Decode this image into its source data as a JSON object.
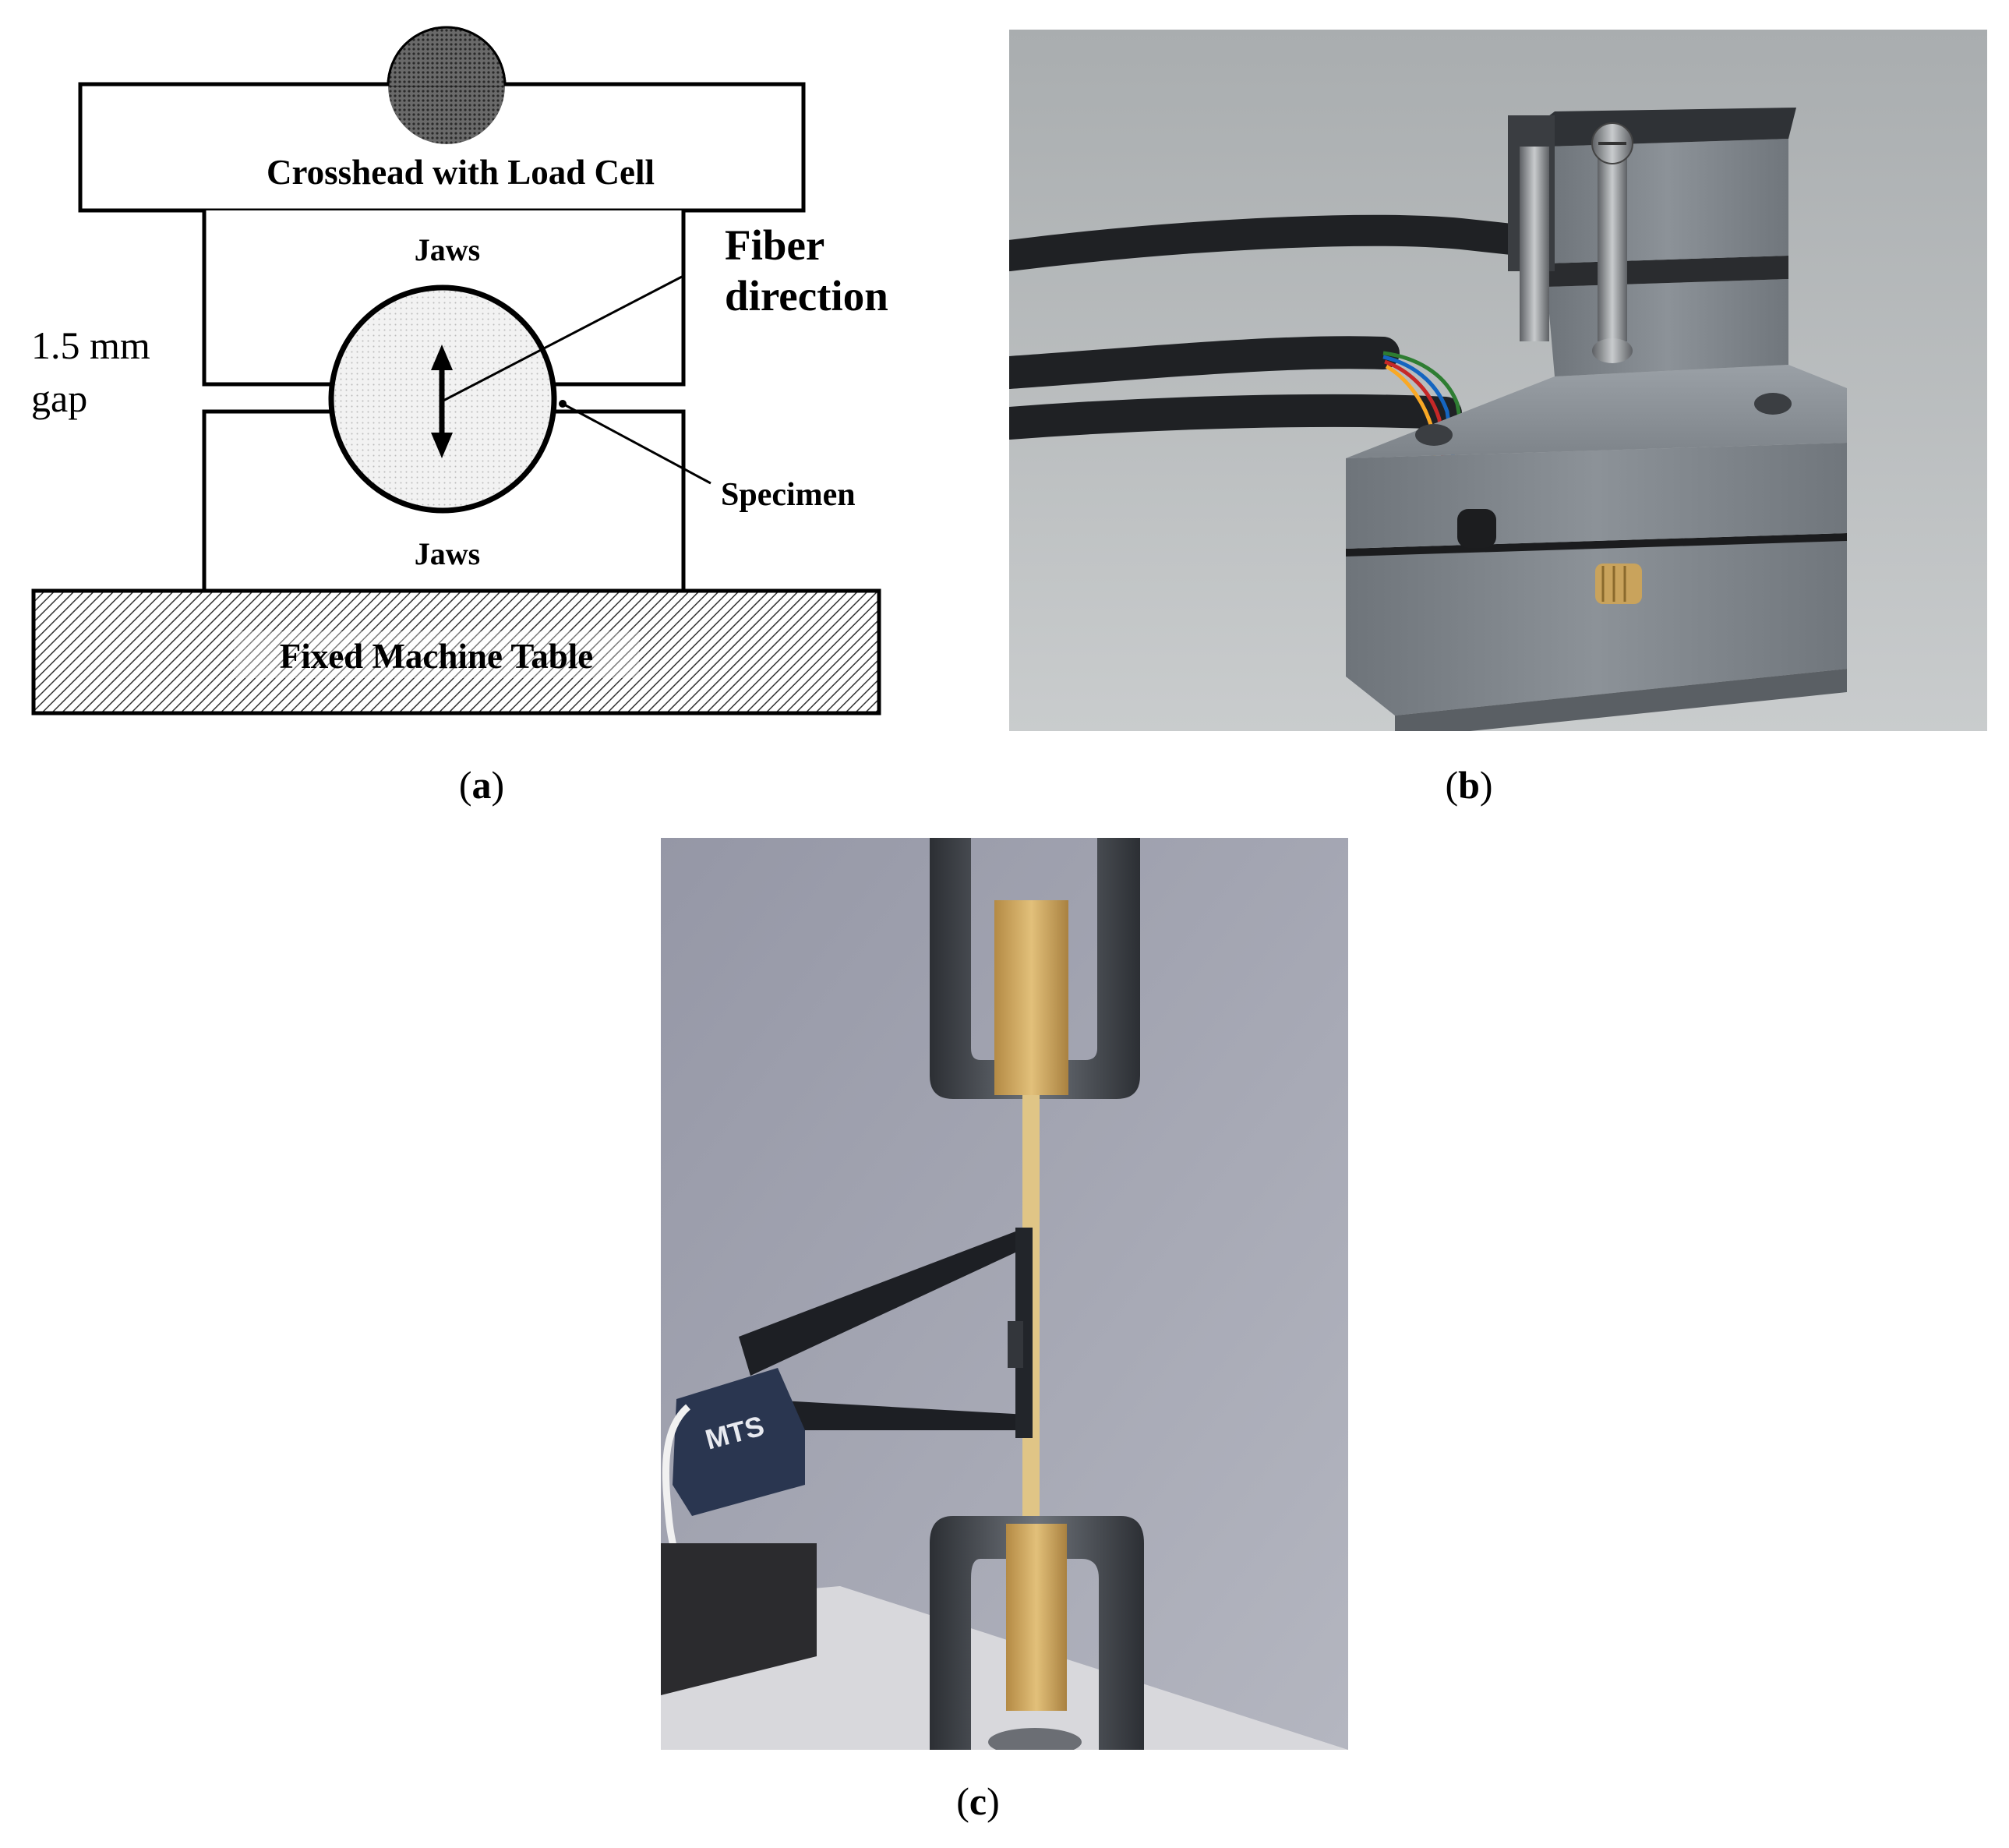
{
  "panel_a": {
    "label_crosshead": "Crosshead with Load Cell",
    "label_jaws_top": "Jaws",
    "label_jaws_bottom": "Jaws",
    "label_fiber_1": "Fiber",
    "label_fiber_2": "direction",
    "label_gap_1": "1.5 mm",
    "label_gap_2": "gap",
    "label_specimen": "Specimen",
    "label_table": "Fixed Machine Table",
    "caption_open": "(",
    "caption_letter": "a",
    "caption_close": ")"
  },
  "panel_b": {
    "caption_open": "(",
    "caption_letter": "b",
    "caption_close": ")"
  },
  "panel_c": {
    "extensometer_brand": "MTS",
    "caption_open": "(",
    "caption_letter": "c",
    "caption_close": ")"
  },
  "colors": {
    "background": "#ffffff",
    "line": "#000000",
    "photo_b_bg": "#b8bcbd",
    "photo_c_bg": "#9ea0ad",
    "steel": "#7c8288",
    "wood": "#c9a35c",
    "cable": "#1f2124"
  }
}
